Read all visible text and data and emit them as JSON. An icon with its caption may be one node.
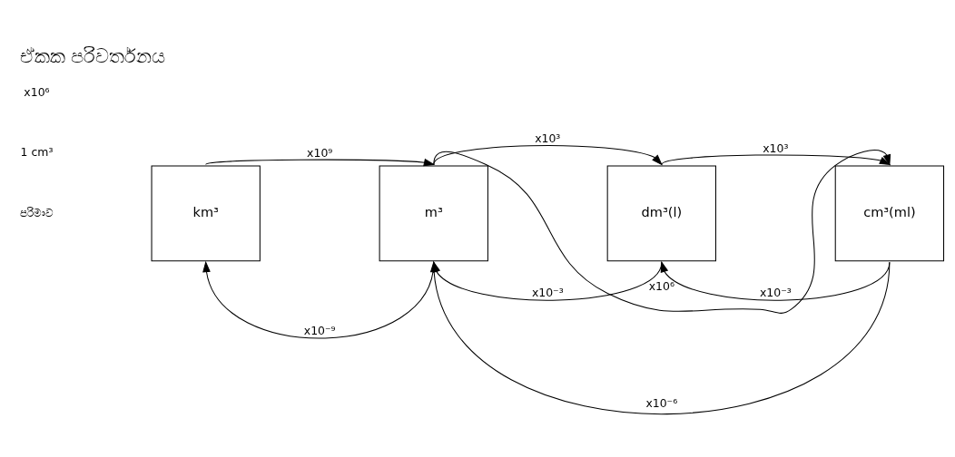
{
  "diagram": {
    "title": "ඒකක පරිවර්තනය",
    "nodes": [
      {
        "text": [
          "km³"
        ]
      },
      {
        "text": [
          "m³"
        ]
      },
      {
        "text": [
          "dm³(l)"
        ]
      },
      {
        "text": [
          "cm³(ml)"
        ]
      }
    ],
    "edges": [
      {
        "from": 0,
        "to": 1,
        "arrow": "to",
        "label": "x10⁹"
      },
      {
        "from": 1,
        "to": 2,
        "arrow": "to",
        "label": "x10³"
      },
      {
        "from": 2,
        "to": 3,
        "arrow": "to",
        "label": "x10³"
      },
      {
        "from": 1,
        "to": 3,
        "arrow": "to",
        "label": "x10⁶"
      },
      {
        "from": 1,
        "to": 0,
        "arrow": "to",
        "label": "x10⁻⁹"
      },
      {
        "from": 2,
        "to": 1,
        "arrow": "to",
        "label": "x10⁻³"
      },
      {
        "from": 3,
        "to": 2,
        "arrow": "to",
        "label": "x10⁻³"
      },
      {
        "from": 3,
        "to": 1,
        "arrow": "to",
        "label": "x10⁻⁶"
      }
    ],
    "labels": [
      "පරිමාව",
      "x10⁶",
      "1 cm³"
    ]
  }
}
